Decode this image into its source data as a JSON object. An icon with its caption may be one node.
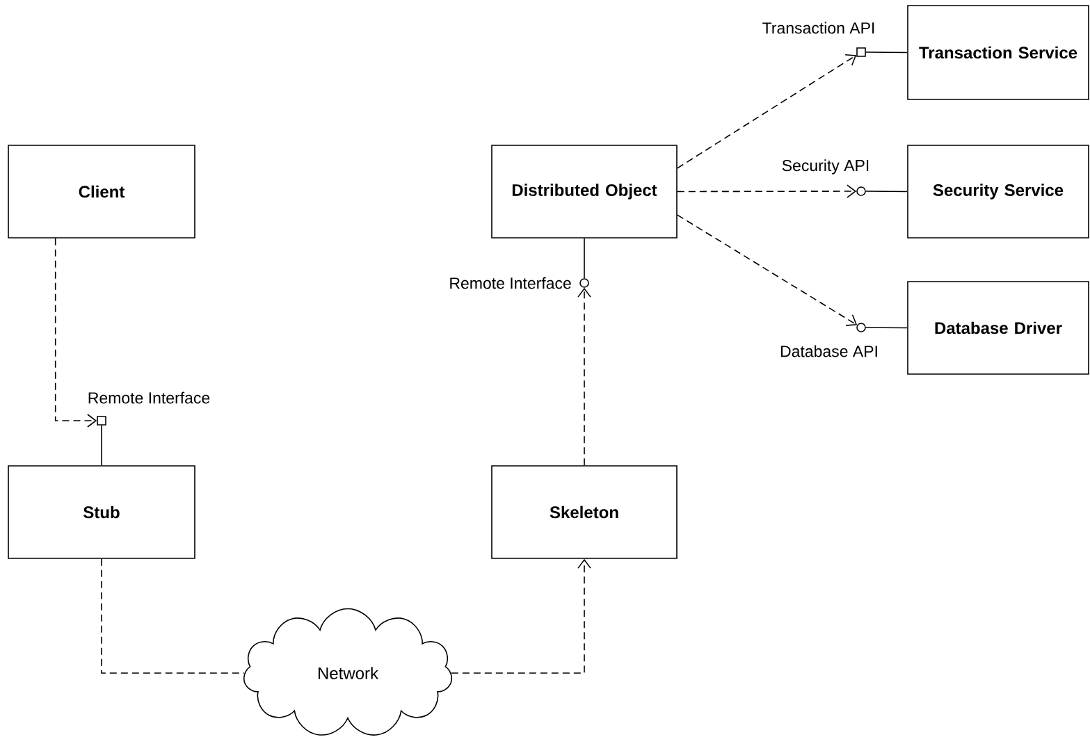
{
  "diagram": {
    "nodes": [
      {
        "text": [
          "Client"
        ]
      },
      {
        "text": [
          "Stub"
        ]
      },
      {
        "text": [
          "Skeleton"
        ]
      },
      {
        "text": [
          "Distributed Object"
        ]
      },
      {
        "text": [
          "Transaction Service"
        ]
      },
      {
        "text": [
          "Security Service"
        ]
      },
      {
        "text": [
          "Database Driver"
        ]
      },
      {
        "text": [
          "Network"
        ]
      },
      {
        "text": [],
        "shape": "box",
        "beside": [
          "Remote Interface"
        ]
      },
      {
        "text": [],
        "shape": "circle",
        "beside": [
          "Remote Interface"
        ]
      },
      {
        "text": [],
        "shape": "box",
        "beside": [
          "Transaction API"
        ]
      },
      {
        "text": [],
        "shape": "circle",
        "beside": [
          "Security API"
        ]
      },
      {
        "text": [],
        "shape": "circle",
        "beside": [
          "Database API"
        ]
      }
    ],
    "edges": [
      {
        "from": 0,
        "to": 8,
        "arrow": "to",
        "style": "dashed"
      },
      {
        "from": 1,
        "to": 8,
        "arrow": "none"
      },
      {
        "from": 1,
        "to": 7,
        "arrow": "none",
        "style": "dashed"
      },
      {
        "from": 7,
        "to": 2,
        "arrow": "to",
        "style": "dashed"
      },
      {
        "from": 2,
        "to": 9,
        "arrow": "to",
        "style": "dashed"
      },
      {
        "from": 3,
        "to": 9,
        "arrow": "none"
      },
      {
        "from": 3,
        "to": 10,
        "arrow": "to",
        "style": "dashed"
      },
      {
        "from": 3,
        "to": 11,
        "arrow": "to",
        "style": "dashed"
      },
      {
        "from": 3,
        "to": 12,
        "arrow": "to",
        "style": "dashed"
      },
      {
        "from": 10,
        "to": 4,
        "arrow": "none"
      },
      {
        "from": 11,
        "to": 5,
        "arrow": "none"
      },
      {
        "from": 12,
        "to": 6,
        "arrow": "none"
      }
    ]
  }
}
